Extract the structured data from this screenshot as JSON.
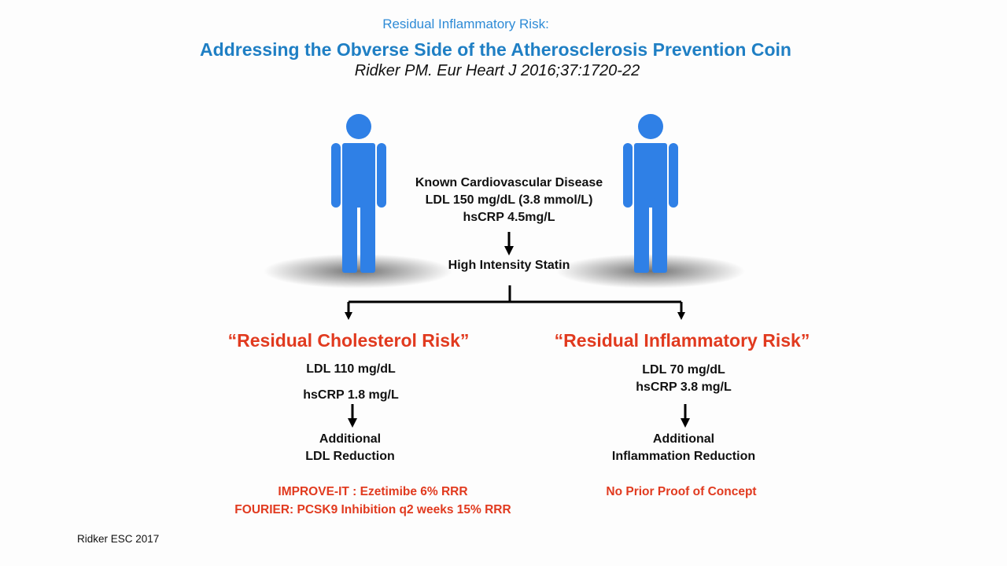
{
  "header": {
    "supertitle": "Residual Inflammatory Risk:",
    "title": "Addressing the Obverse Side of the Atherosclerosis Prevention Coin",
    "citation": "Ridker PM. Eur Heart J 2016;37:1720-22"
  },
  "patient": {
    "line1": "Known Cardiovascular Disease",
    "line2": "LDL 150 mg/dL (3.8 mmol/L)",
    "line3": "hsCRP 4.5mg/L",
    "treatment": "High Intensity Statin"
  },
  "left_branch": {
    "title": "“Residual Cholesterol Risk”",
    "ldl": "LDL 110 mg/dL",
    "hscrp": "hsCRP 1.8 mg/L",
    "action_line1": "Additional",
    "action_line2": "LDL Reduction",
    "evidence_line1": "IMPROVE-IT : Ezetimibe 6% RRR",
    "evidence_line2": "FOURIER: PCSK9 Inhibition q2 weeks 15% RRR"
  },
  "right_branch": {
    "title": "“Residual Inflammatory Risk”",
    "ldl": "LDL 70 mg/dL",
    "hscrp": "hsCRP 3.8 mg/L",
    "action_line1": "Additional",
    "action_line2": "Inflammation Reduction",
    "evidence_line1": "No Prior Proof of Concept"
  },
  "footer": {
    "credit": "Ridker ESC 2017"
  },
  "colors": {
    "figure_blue": "#2f80e6",
    "heading_blue": "#1f7fc4",
    "risk_red": "#e13a1f",
    "text_dark": "#111111"
  },
  "icons": [
    "person-icon-left",
    "person-icon-right"
  ]
}
